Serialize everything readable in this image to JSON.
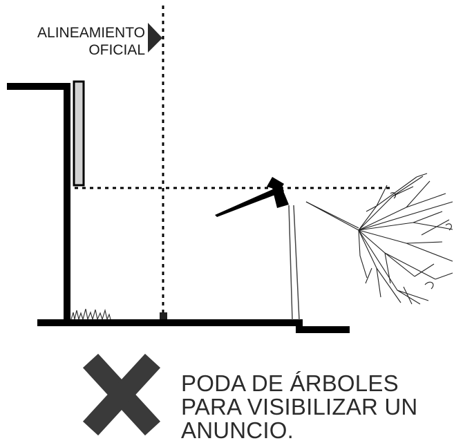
{
  "diagram": {
    "reference_line_label": [
      "ALINEAMIENTO",
      "OFICIAL"
    ],
    "caption_lines": [
      "PODA DE ÁRBOLES",
      "PARA VISIBILIZAR UN",
      "ANUNCIO."
    ],
    "verdict_icon": "x-mark-icon",
    "colors": {
      "ink": "#000000",
      "panel": "#d3d3d3",
      "cross": "#3a3a3a",
      "text": "#2b2b2b"
    }
  }
}
